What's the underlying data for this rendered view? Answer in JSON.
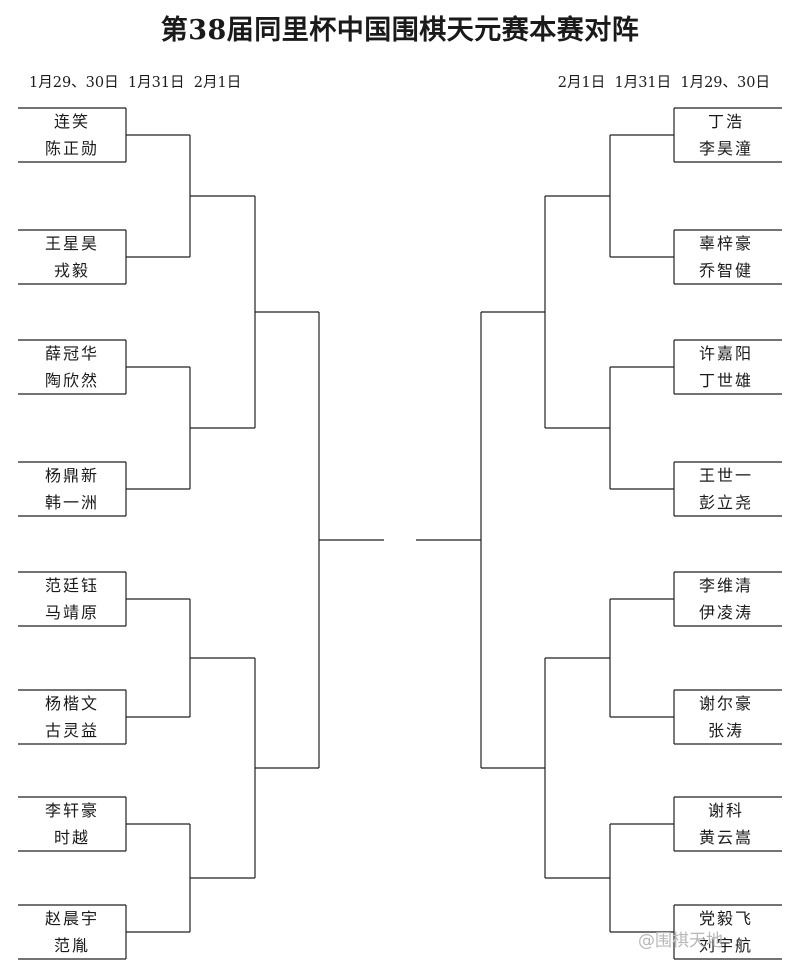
{
  "title": "第38届同里杯中国围棋天元赛本赛对阵",
  "rounds_left": "1月29、30日  1月31日  2月1日",
  "rounds_right": "2月1日  1月31日  1月29、30日",
  "left_bracket": [
    [
      "连笑",
      "陈正勋"
    ],
    [
      "王星昊",
      "戎毅"
    ],
    [
      "薛冠华",
      "陶欣然"
    ],
    [
      "杨鼎新",
      "韩一洲"
    ],
    [
      "范廷钰",
      "马靖原"
    ],
    [
      "杨楷文",
      "古灵益"
    ],
    [
      "李轩豪",
      "时越"
    ],
    [
      "赵晨宇",
      "范胤"
    ]
  ],
  "right_bracket": [
    [
      "丁浩",
      "李昊潼"
    ],
    [
      "辜梓豪",
      "乔智健"
    ],
    [
      "许嘉阳",
      "丁世雄"
    ],
    [
      "王世一",
      "彭立尧"
    ],
    [
      "李维清",
      "伊凌涛"
    ],
    [
      "谢尔豪",
      "张涛"
    ],
    [
      "谢科",
      "黄云嵩"
    ],
    [
      "党毅飞",
      "刘宇航"
    ]
  ],
  "watermark": "@围棋天地"
}
